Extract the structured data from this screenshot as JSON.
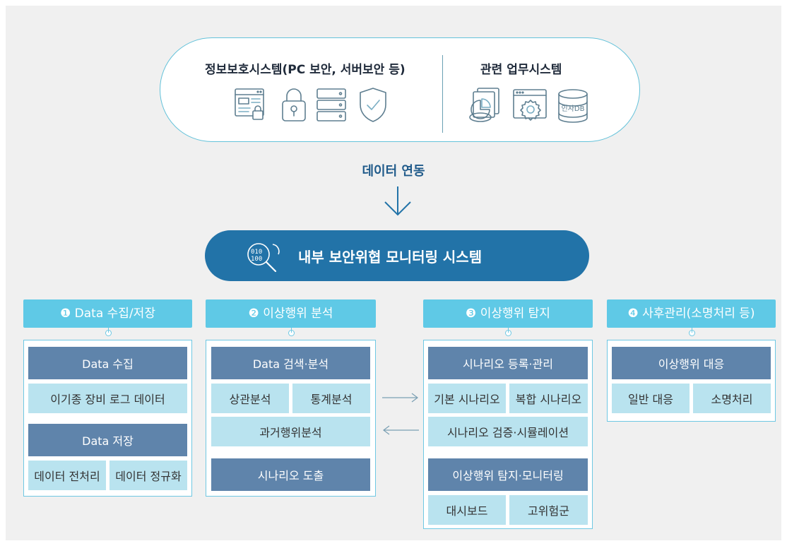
{
  "top": {
    "left_title": "정보보호시스템(PC 보안, 서버보안 등)",
    "right_title": "관련 업무시스템",
    "left_icons": [
      "web-document-lock-icon",
      "padlock-icon",
      "server-rack-icon",
      "shield-check-icon"
    ],
    "right_icons": [
      "documents-pie-chart-icon",
      "web-gear-icon",
      "database-icon"
    ],
    "db_label": "인사DB"
  },
  "link_label": "데이터 연동",
  "main_system": {
    "title": "내부 보안위협 모니터링 시스템",
    "icon": "binary-magnifier-gear-icon"
  },
  "columns": [
    {
      "tab": "❶ Data 수집/저장",
      "items": {
        "collect_header": "Data 수집",
        "collect_item": "이기종 장비 로그 데이터",
        "store_header": "Data 저장",
        "store_left": "데이터 전처리",
        "store_right": "데이터 정규화"
      }
    },
    {
      "tab": "❷ 이상행위 분석",
      "items": {
        "header": "Data 검색·분석",
        "left": "상관분석",
        "right": "통계분석",
        "past": "과거행위분석",
        "derive": "시나리오 도출"
      }
    },
    {
      "tab": "❸ 이상행위 탐지",
      "items": {
        "header": "시나리오 등록·관리",
        "left": "기본 시나리오",
        "right": "복합 시나리오",
        "verify": "시나리오 검증·시뮬레이션",
        "monitor_header": "이상행위 탐지·모니터링",
        "dash": "대시보드",
        "risk": "고위험군"
      }
    },
    {
      "tab": "❹ 사후관리(소명처리 등)",
      "items": {
        "header": "이상행위 대응",
        "left": "일반 대응",
        "right": "소명처리"
      }
    }
  ],
  "colors": {
    "background": "#f0f0f0",
    "main_blue": "#2273a8",
    "tab_cyan": "#5fc9e6",
    "dark_cell": "#5f84ab",
    "light_cell": "#b9e3ef"
  }
}
